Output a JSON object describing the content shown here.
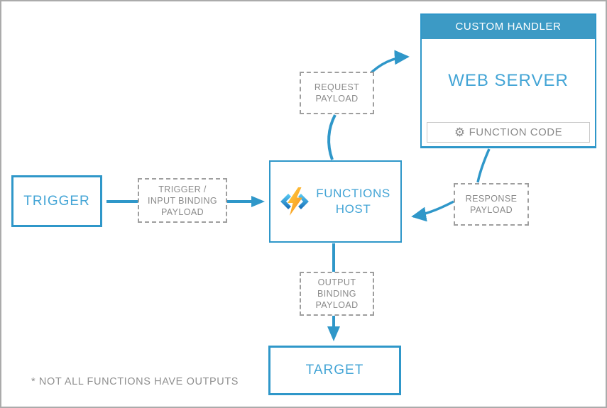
{
  "footnote": "* NOT ALL FUNCTIONS HAVE OUTPUTS",
  "nodes": {
    "trigger": {
      "label": "TRIGGER"
    },
    "trigger_payload": {
      "lines": [
        "TRIGGER /",
        "INPUT BINDING",
        "PAYLOAD"
      ]
    },
    "functions_host": {
      "lines": [
        "FUNCTIONS",
        "HOST"
      ]
    },
    "request_payload": {
      "lines": [
        "REQUEST",
        "PAYLOAD"
      ]
    },
    "custom_handler": {
      "header": "CUSTOM HANDLER",
      "web_server": "WEB SERVER",
      "function_code": "FUNCTION CODE"
    },
    "response_payload": {
      "lines": [
        "RESPONSE",
        "PAYLOAD"
      ]
    },
    "output_binding_payload": {
      "lines": [
        "OUTPUT",
        "BINDING",
        "PAYLOAD"
      ]
    },
    "target": {
      "label": "TARGET"
    }
  },
  "icons": {
    "gear": "⚙",
    "functions_logo": "azure-functions-lightning-bolt"
  },
  "colors": {
    "blue_border": "#2F97C9",
    "blue_text": "#44A5D6",
    "header_blue": "#3C9AC5",
    "gray_text": "#8A8A8A",
    "dash_gray": "#9E9E9E",
    "light_gray_border": "#C8C8C8",
    "outer_border": "#ABABAB",
    "bolt_orange": "#F78C1F",
    "bolt_yellow": "#FFD23E",
    "bracket_blue_light": "#54C5F0",
    "bracket_blue_dark": "#1C74BB"
  }
}
